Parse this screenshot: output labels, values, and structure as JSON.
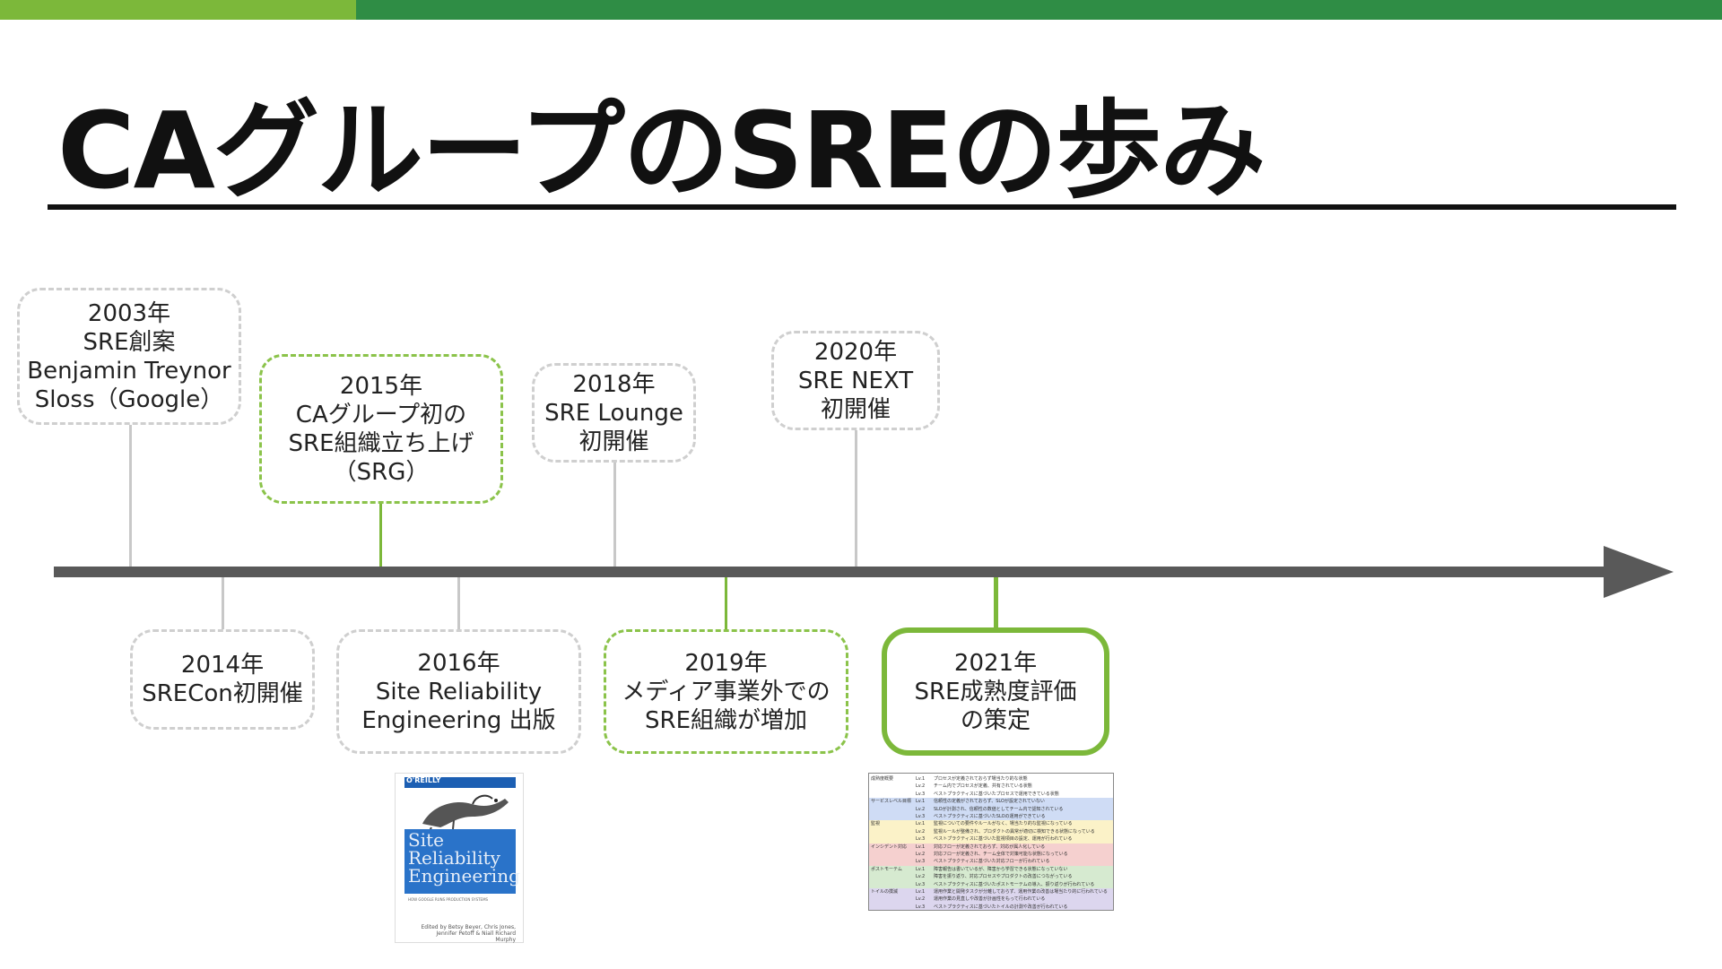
{
  "title": "CAグループのSREの歩み",
  "colors": {
    "accent_light": "#7cb83a",
    "accent_dark": "#2f8d45",
    "axis": "#595959",
    "dash_gray": "#cfcfcf"
  },
  "events": [
    {
      "id": "e2003",
      "lines": [
        "2003年",
        "SRE創案",
        "Benjamin Treynor",
        "Sloss（Google）"
      ]
    },
    {
      "id": "e2014",
      "lines": [
        "2014年",
        "SRECon初開催"
      ]
    },
    {
      "id": "e2015",
      "lines": [
        "2015年",
        "CAグループ初の",
        "SRE組織立ち上げ",
        "（SRG）"
      ]
    },
    {
      "id": "e2016",
      "lines": [
        "2016年",
        "Site Reliability",
        "Engineering 出版"
      ]
    },
    {
      "id": "e2018",
      "lines": [
        "2018年",
        "SRE Lounge",
        "初開催"
      ]
    },
    {
      "id": "e2019",
      "lines": [
        "2019年",
        "メディア事業外での",
        "SRE組織が増加"
      ]
    },
    {
      "id": "e2020",
      "lines": [
        "2020年",
        "SRE NEXT",
        "初開催"
      ]
    },
    {
      "id": "e2021",
      "lines": [
        "2021年",
        "SRE成熟度評価",
        "の策定"
      ]
    }
  ],
  "book": {
    "publisher": "O'REILLY",
    "title_lines": [
      "Site",
      "Reliability",
      "Engineering"
    ],
    "subtitle": "HOW GOOGLE RUNS PRODUCTION SYSTEMS",
    "credits": [
      "Edited by Betsy Beyer, Chris Jones,",
      "Jennifer Petoff & Niall Richard Murphy"
    ]
  },
  "maturity_sheet": {
    "rows": [
      {
        "cat": "成熟度概要",
        "lv": "Lv.1",
        "desc": "プロセスが定義されておらず場当たり的な状態",
        "color": "#ffffff"
      },
      {
        "cat": "",
        "lv": "Lv.2",
        "desc": "チーム内でプロセスが定義、共有されている状態",
        "color": "#ffffff"
      },
      {
        "cat": "",
        "lv": "Lv.3",
        "desc": "ベストプラクティスに基づいたプロセスで運用できている状態",
        "color": "#ffffff"
      },
      {
        "cat": "サービスレベル目標",
        "lv": "Lv.1",
        "desc": "信頼性の定義がされておらず、SLOが設定されていない",
        "color": "#cfdcf5"
      },
      {
        "cat": "",
        "lv": "Lv.2",
        "desc": "SLOが計測され、信頼性の数値としてチーム内で認知されている",
        "color": "#cfdcf5"
      },
      {
        "cat": "",
        "lv": "Lv.3",
        "desc": "ベストプラクティスに基づいたSLOの運用ができている",
        "color": "#cfdcf5"
      },
      {
        "cat": "監視",
        "lv": "Lv.1",
        "desc": "監視についての要件やルールがなく、場当たり的な監視になっている",
        "color": "#fbf2c8"
      },
      {
        "cat": "",
        "lv": "Lv.2",
        "desc": "監視ルールが整備され、プロダクトの異常が適切に検知できる状態になっている",
        "color": "#fbf2c8"
      },
      {
        "cat": "",
        "lv": "Lv.3",
        "desc": "ベストプラクティスに基づいた監視項目の設定、運用が行われている",
        "color": "#fbf2c8"
      },
      {
        "cat": "インシデント対応",
        "lv": "Lv.1",
        "desc": "対応フローが定義されておらず、対応が属人化している",
        "color": "#f5d0cf"
      },
      {
        "cat": "",
        "lv": "Lv.2",
        "desc": "対応フローが定義され、チーム全体で対策可能な状態になっている",
        "color": "#f5d0cf"
      },
      {
        "cat": "",
        "lv": "Lv.3",
        "desc": "ベストプラクティスに基づいた対応フローが行われている",
        "color": "#f5d0cf"
      },
      {
        "cat": "ポストモーテム",
        "lv": "Lv.1",
        "desc": "障害報告は書いているが、障害から学習できる状態になっていない",
        "color": "#d6ead0"
      },
      {
        "cat": "",
        "lv": "Lv.2",
        "desc": "障害を振り返り、対応プロセスやプロダクトの改善につながっている",
        "color": "#d6ead0"
      },
      {
        "cat": "",
        "lv": "Lv.3",
        "desc": "ベストプラクティスに基づいたポストモーテムの導入、振り返りが行われている",
        "color": "#d6ead0"
      },
      {
        "cat": "トイルの撲滅",
        "lv": "Lv.1",
        "desc": "運用作業と開発タスクが分離しておらず、運用作業の改善は場当たり的に行われている",
        "color": "#dcd6ee"
      },
      {
        "cat": "",
        "lv": "Lv.2",
        "desc": "運用作業の見直しや改善が計画性をもって行われている",
        "color": "#dcd6ee"
      },
      {
        "cat": "",
        "lv": "Lv.3",
        "desc": "ベストプラクティスに基づいたトイルの計測や改善が行われている",
        "color": "#dcd6ee"
      }
    ]
  }
}
